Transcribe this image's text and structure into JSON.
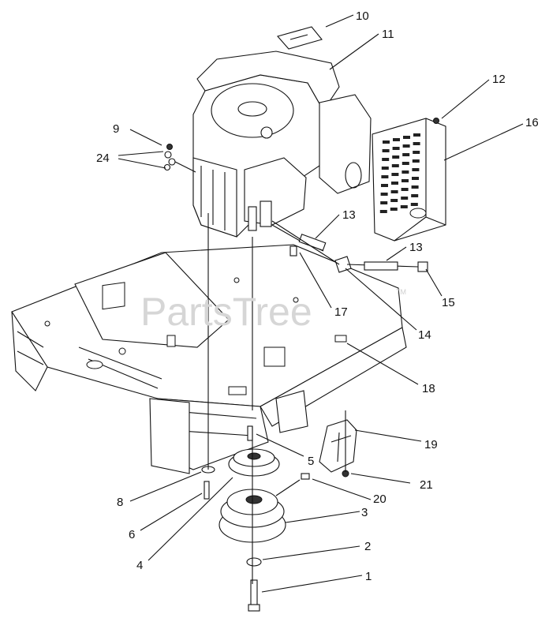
{
  "watermark": {
    "text": "PartsTree",
    "tm": "TM"
  },
  "callouts": [
    {
      "id": "10",
      "label": "10"
    },
    {
      "id": "11",
      "label": "11"
    },
    {
      "id": "12",
      "label": "12"
    },
    {
      "id": "16",
      "label": "16"
    },
    {
      "id": "9",
      "label": "9"
    },
    {
      "id": "24",
      "label": "24"
    },
    {
      "id": "13a",
      "label": "13"
    },
    {
      "id": "13b",
      "label": "13"
    },
    {
      "id": "15",
      "label": "15"
    },
    {
      "id": "17",
      "label": "17"
    },
    {
      "id": "14",
      "label": "14"
    },
    {
      "id": "18",
      "label": "18"
    },
    {
      "id": "19",
      "label": "19"
    },
    {
      "id": "5",
      "label": "5"
    },
    {
      "id": "21",
      "label": "21"
    },
    {
      "id": "20",
      "label": "20"
    },
    {
      "id": "8",
      "label": "8"
    },
    {
      "id": "3",
      "label": "3"
    },
    {
      "id": "6",
      "label": "6"
    },
    {
      "id": "4",
      "label": "4"
    },
    {
      "id": "2",
      "label": "2"
    },
    {
      "id": "1",
      "label": "1"
    }
  ]
}
